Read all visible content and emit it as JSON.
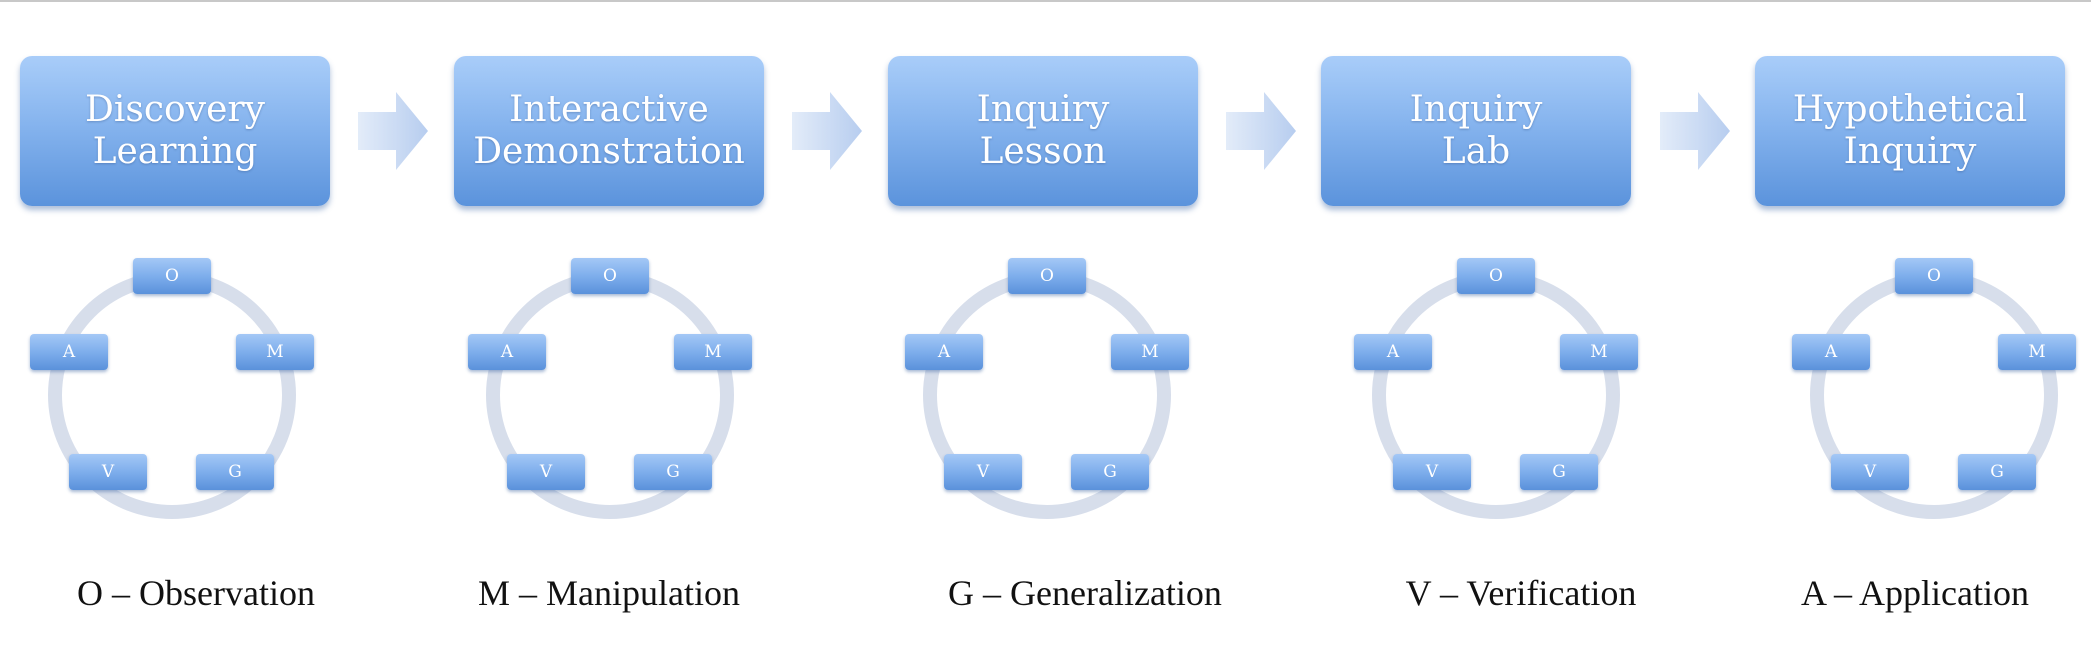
{
  "stages": [
    {
      "lines": [
        "Discovery",
        "Learning"
      ]
    },
    {
      "lines": [
        "Interactive",
        "Demonstration"
      ]
    },
    {
      "lines": [
        "Inquiry",
        "Lesson"
      ]
    },
    {
      "lines": [
        "Inquiry",
        "Lab"
      ]
    },
    {
      "lines": [
        "Hypothetical",
        "Inquiry"
      ]
    }
  ],
  "cycle_nodes": {
    "observation": "O",
    "manipulation": "M",
    "generalization": "G",
    "verification": "V",
    "application": "A"
  },
  "legend": [
    {
      "letter": "O",
      "sep": " – ",
      "term": "Observation"
    },
    {
      "letter": "M",
      "sep": " – ",
      "term": "Manipulation"
    },
    {
      "letter": "G",
      "sep": " – ",
      "term": "Generalization"
    },
    {
      "letter": "V",
      "sep": " – ",
      "term": "Verification"
    },
    {
      "letter": "A",
      "sep": " – ",
      "term": "Application"
    }
  ],
  "colors": {
    "box_top": "#a9cdf9",
    "box_bottom": "#5b93dc",
    "arrow": "#c3d6f2",
    "ring": "#d5dcea"
  }
}
